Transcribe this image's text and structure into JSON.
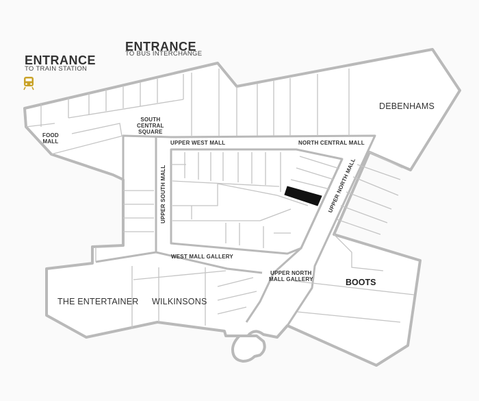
{
  "entrances": {
    "train": {
      "title": "ENTRANCE",
      "subtitle": "TO TRAIN STATION",
      "icon": "train-icon"
    },
    "bus": {
      "title": "ENTRANCE",
      "subtitle": "TO BUS INTERCHANGE"
    }
  },
  "areas": {
    "food_mall": "FOOD\nMALL",
    "south_central_square": "SOUTH\nCENTRAL\nSQUARE",
    "upper_west_mall": "UPPER WEST MALL",
    "north_central_mall": "NORTH CENTRAL MALL",
    "upper_north_mall": "UPPER NORTH MALL",
    "upper_south_mall": "UPPER SOUTH MALL",
    "west_mall_gallery": "WEST MALL GALLERY",
    "upper_north_mall_gallery": "UPPER NORTH\nMALL GALLERY"
  },
  "stores": {
    "debenhams": "DEBENHAMS",
    "boots": "BOOTS",
    "the_entertainer": "THE ENTERTAINER",
    "wilkinsons": "WILKINSONS"
  },
  "colors": {
    "outline": "#b9b9b9",
    "highlight": "#111111",
    "train_icon": "#c9a227"
  },
  "highlighted_unit": "highlighted-unit"
}
